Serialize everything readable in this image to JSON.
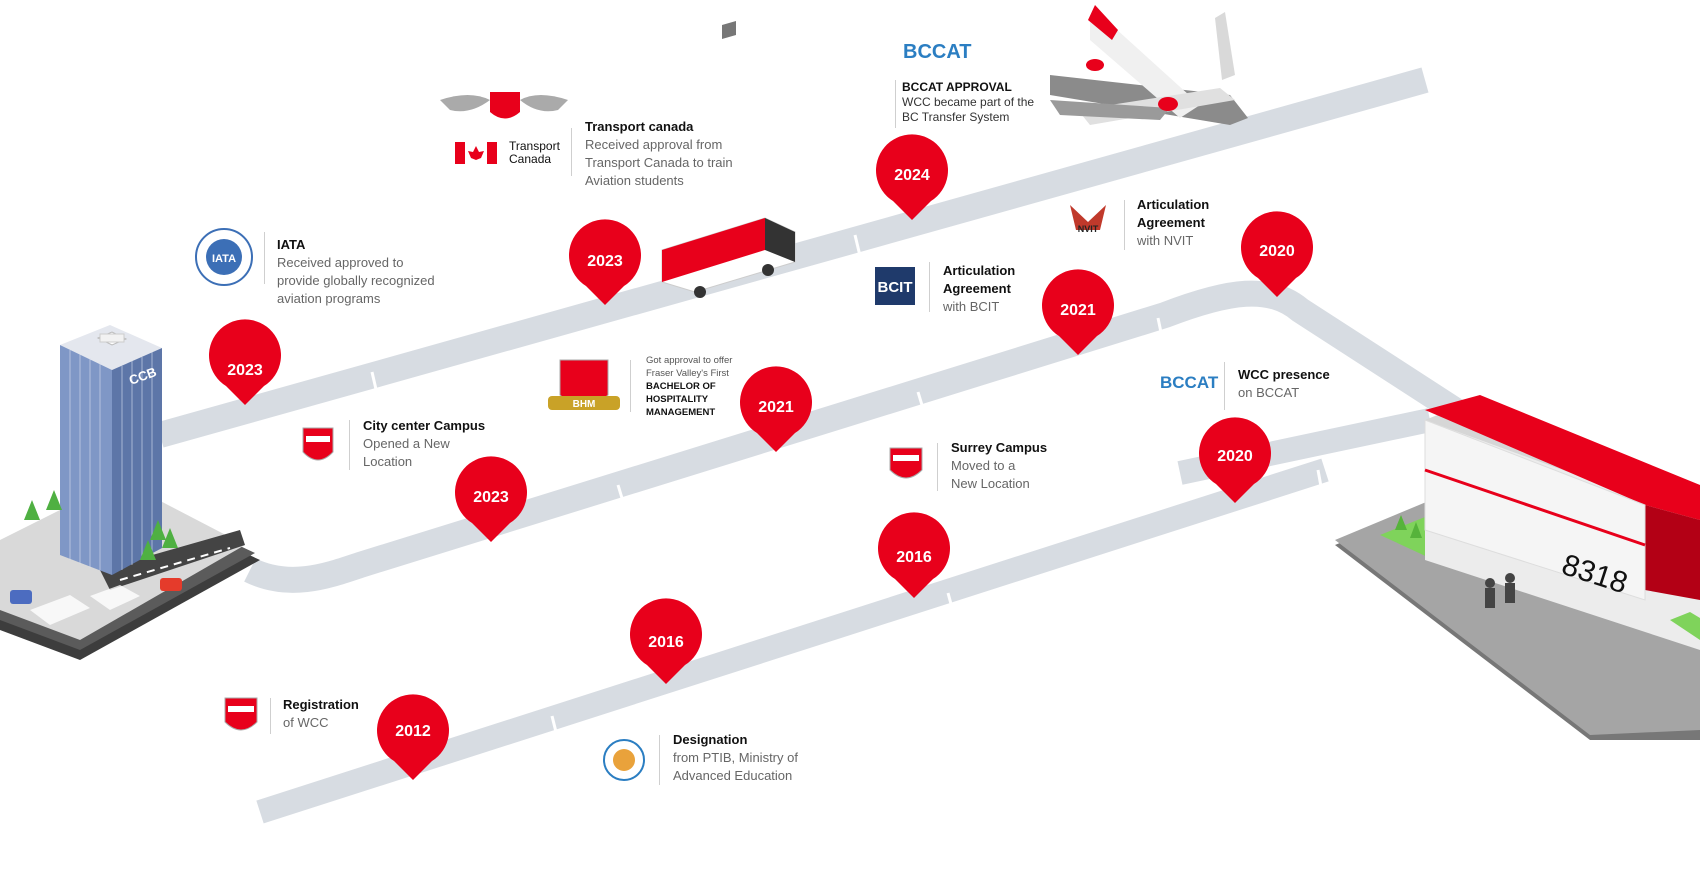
{
  "pins": [
    {
      "year": "2023"
    },
    {
      "year": "2023"
    },
    {
      "year": "2024"
    },
    {
      "year": "2023"
    },
    {
      "year": "2021"
    },
    {
      "year": "2021"
    },
    {
      "year": "2020"
    },
    {
      "year": "2020"
    },
    {
      "year": "2016"
    },
    {
      "year": "2016"
    },
    {
      "year": "2012"
    }
  ],
  "milestones": {
    "iata": {
      "title": "IATA",
      "lines": [
        "Received approved to",
        "provide globally recognized",
        "aviation programs"
      ]
    },
    "transport": {
      "title": "Transport canada",
      "lines": [
        "Received approval from",
        "Transport Canada to train",
        "Aviation students"
      ]
    },
    "bccat_approval": {
      "title": "BCCAT APPROVAL",
      "lines": [
        "WCC became part of the",
        "BC Transfer System"
      ]
    },
    "nvit": {
      "title_lines": [
        "Articulation",
        "Agreement"
      ],
      "sub": "with NVIT"
    },
    "bcit": {
      "title_lines": [
        "Articulation",
        "Agreement"
      ],
      "sub": "with BCIT"
    },
    "bhm": {
      "lines": [
        "Got approval to offer",
        "Fraser Valley's First"
      ],
      "bold_lines": [
        "BACHELOR OF",
        "HOSPITALITY",
        "MANAGEMENT"
      ]
    },
    "city": {
      "title": "City center Campus",
      "lines": [
        "Opened a New",
        "Location"
      ]
    },
    "surrey": {
      "title": "Surrey Campus",
      "lines": [
        "Moved to a",
        "New Location"
      ]
    },
    "bccat_presence": {
      "title": "WCC presence",
      "sub": "on BCCAT"
    },
    "registration": {
      "title": "Registration",
      "sub": "of WCC"
    },
    "designation": {
      "title": "Designation",
      "lines": [
        "from PTIB, Ministry of",
        "Advanced Education"
      ]
    }
  },
  "logos": {
    "bccat": "BCCAT",
    "transport_canada": [
      "Transport",
      "Canada"
    ],
    "bcit": "BCIT",
    "nvit": "NVIT",
    "iata": "IATA",
    "bhm": "BHM",
    "tower": "CCB",
    "building_number": "8318"
  },
  "colors": {
    "accent": "#e8001b",
    "road": "#d7dce2",
    "building": "#6e86b5"
  }
}
